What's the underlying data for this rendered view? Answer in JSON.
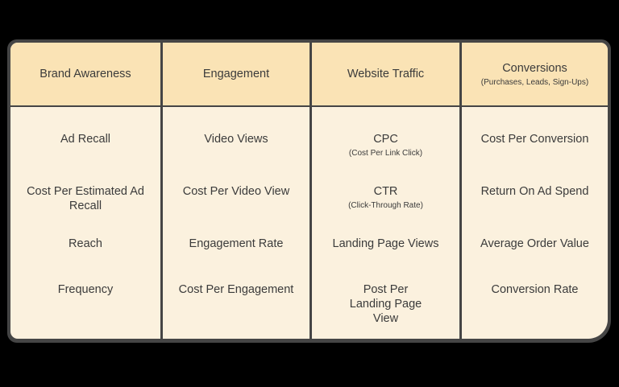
{
  "colors": {
    "background": "#000000",
    "border": "#454545",
    "header_bg": "#FAE3B5",
    "body_bg": "#FBF1DE",
    "text": "#3b3b3b"
  },
  "table": {
    "columns": [
      {
        "title": "Brand Awareness",
        "subtitle": "",
        "metrics": [
          {
            "label": "Ad Recall",
            "sub": ""
          },
          {
            "label": "Cost Per Estimated Ad Recall",
            "sub": ""
          },
          {
            "label": "Reach",
            "sub": ""
          },
          {
            "label": "Frequency",
            "sub": ""
          }
        ]
      },
      {
        "title": "Engagement",
        "subtitle": "",
        "metrics": [
          {
            "label": "Video Views",
            "sub": ""
          },
          {
            "label": "Cost Per Video View",
            "sub": ""
          },
          {
            "label": "Engagement Rate",
            "sub": ""
          },
          {
            "label": "Cost Per Engagement",
            "sub": ""
          }
        ]
      },
      {
        "title": "Website Traffic",
        "subtitle": "",
        "metrics": [
          {
            "label": "CPC",
            "sub": "(Cost Per Link Click)"
          },
          {
            "label": "CTR",
            "sub": "(Click-Through Rate)"
          },
          {
            "label": "Landing Page Views",
            "sub": ""
          },
          {
            "label": "Post Per Landing Page View",
            "sub": ""
          }
        ]
      },
      {
        "title": "Conversions",
        "subtitle": "(Purchases, Leads, Sign-Ups)",
        "metrics": [
          {
            "label": "Cost Per Conversion",
            "sub": ""
          },
          {
            "label": "Return On Ad Spend",
            "sub": ""
          },
          {
            "label": "Average Order Value",
            "sub": ""
          },
          {
            "label": "Conversion Rate",
            "sub": ""
          }
        ]
      }
    ]
  }
}
